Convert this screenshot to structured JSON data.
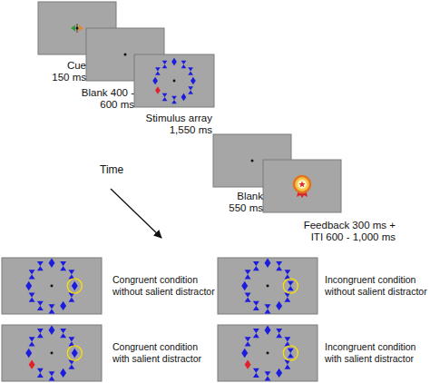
{
  "diagram": {
    "nodes": [
      {
        "text": [
          "Cue 150 ms"
        ]
      },
      {
        "text": [
          "Blank 400 - 600 ms"
        ]
      },
      {
        "text": [
          "Stimulus array 1,550 ms"
        ]
      },
      {
        "text": [
          "Blank 550 ms"
        ]
      },
      {
        "text": [
          "Feedback 300 ms + ITI 600 - 1,000 ms"
        ]
      },
      {
        "text": [
          "Congruent condition without salient distractor"
        ]
      },
      {
        "text": [
          "Incongruent condition without salient distractor"
        ]
      },
      {
        "text": [
          "Congruent condition with salient distractor"
        ]
      },
      {
        "text": [
          "Incongruent condition with salient distractor"
        ]
      }
    ],
    "labels": [
      "Time"
    ]
  }
}
